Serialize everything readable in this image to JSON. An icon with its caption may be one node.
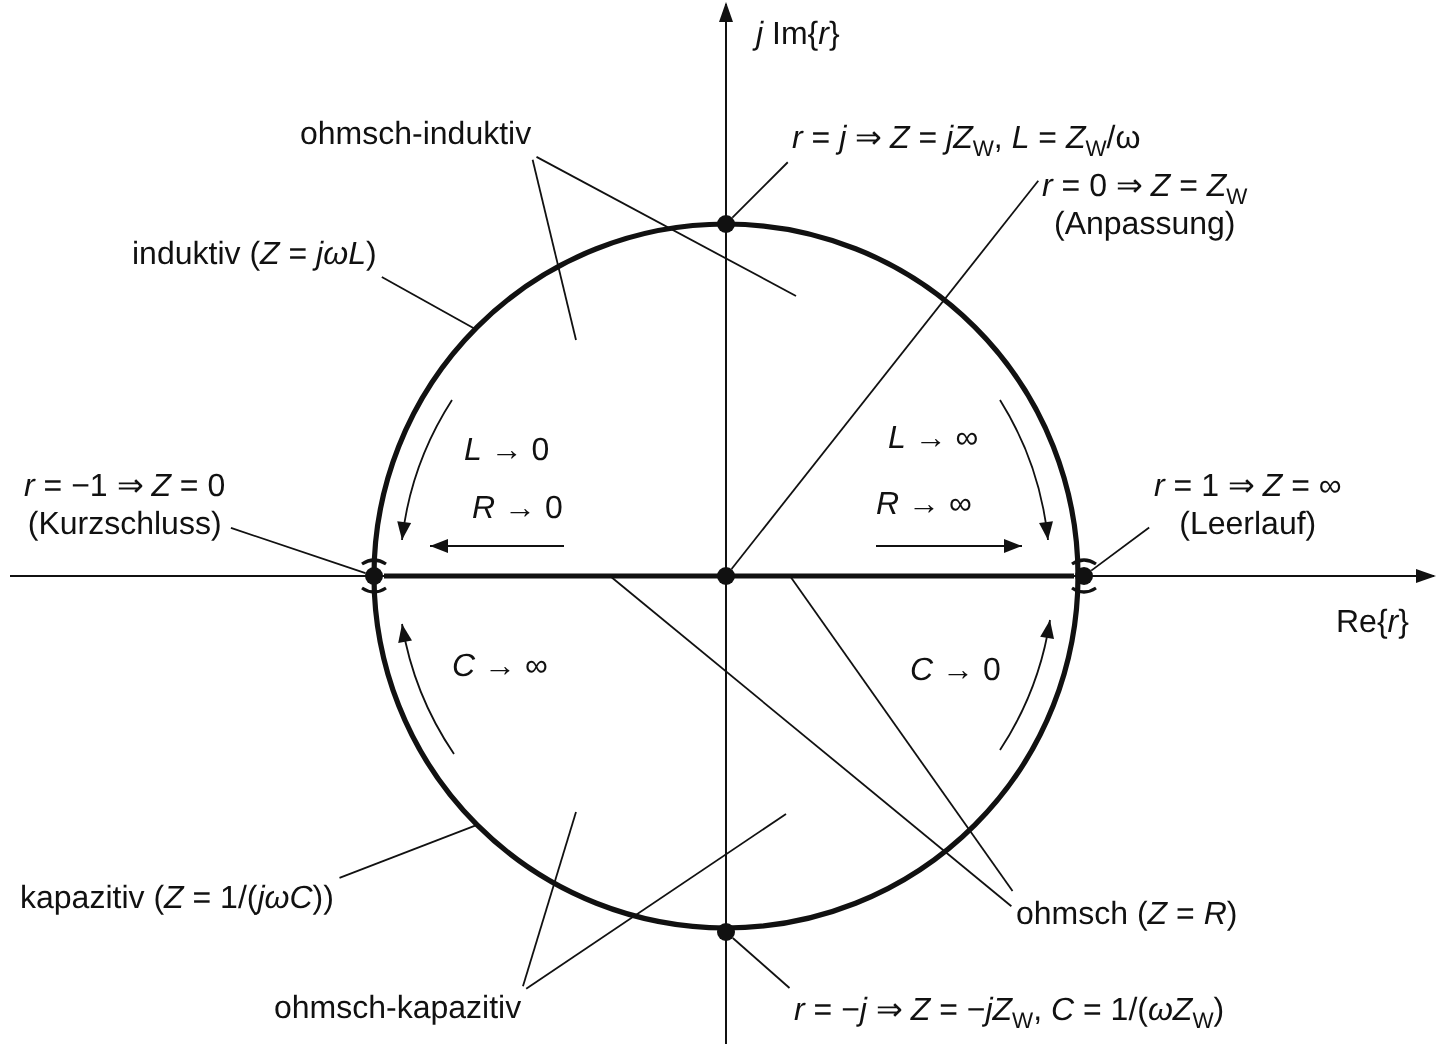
{
  "diagram": {
    "nodes": [
      {
        "text": [
          "ohmsch-induktiv"
        ]
      },
      {
        "text": [
          "*r* = *j* ⇒ *Z* = *jZ*$_{W}$, *L* = *Z*$_{W}$/ω"
        ]
      },
      {
        "text": [
          "induktiv (*Z* = *jωL*)"
        ]
      },
      {
        "text": [
          "*r* = 0 ⇒ *Z* = *Z*$_{W}$",
          "(Anpassung)"
        ]
      },
      {
        "text": [
          "*r* = −1 ⇒ *Z* = 0",
          "(Kurzschluss)"
        ]
      },
      {
        "text": [
          "*r* = 1 ⇒ *Z* = ∞",
          "(Leerlauf)"
        ]
      },
      {
        "text": [
          "kapazitiv (*Z* = 1/(*jωC*))"
        ]
      },
      {
        "text": [
          "ohmsch (*Z* = *R*)"
        ]
      },
      {
        "text": [
          "ohmsch-kapazitiv"
        ]
      },
      {
        "text": [
          "*r* = −*j* ⇒ *Z* = −*jZ*$_{W}$, *C* = 1/(*ωZ*$_{W}$)"
        ]
      },
      {
        "text": [],
        "shape": "circle"
      },
      {
        "text": [],
        "shape": "circle"
      },
      {
        "text": [],
        "shape": "circle"
      },
      {
        "text": [],
        "shape": "circle"
      },
      {
        "text": [],
        "shape": "circle"
      },
      {
        "text": [],
        "shape": "arc"
      },
      {
        "text": [],
        "shape": "arc"
      },
      {
        "text": [],
        "shape": "bar"
      }
    ],
    "edges": [
      {
        "from": 0,
        "to": 15,
        "arrow": "none"
      },
      {
        "from": 0,
        "to": 15,
        "arrow": "none"
      },
      {
        "from": 1,
        "to": 10,
        "arrow": "none"
      },
      {
        "from": 2,
        "to": 15,
        "arrow": "none"
      },
      {
        "from": 3,
        "to": 12,
        "arrow": "none"
      },
      {
        "from": 4,
        "to": 11,
        "arrow": "none"
      },
      {
        "from": 5,
        "to": 13,
        "arrow": "none"
      },
      {
        "from": 6,
        "to": 16,
        "arrow": "none"
      },
      {
        "from": 7,
        "to": 17,
        "arrow": "none"
      },
      {
        "from": 7,
        "to": 17,
        "arrow": "none"
      },
      {
        "from": 8,
        "to": 16,
        "arrow": "none"
      },
      {
        "from": 8,
        "to": 16,
        "arrow": "none"
      },
      {
        "from": 9,
        "to": 14,
        "arrow": "none"
      }
    ],
    "labels": [
      "*j* Im{*r*}",
      "*L* → ∞",
      "*L* → 0",
      "*R* → ∞",
      "*R* → 0",
      "Re{*r*}",
      "*C* → ∞",
      "*C* → 0"
    ]
  }
}
